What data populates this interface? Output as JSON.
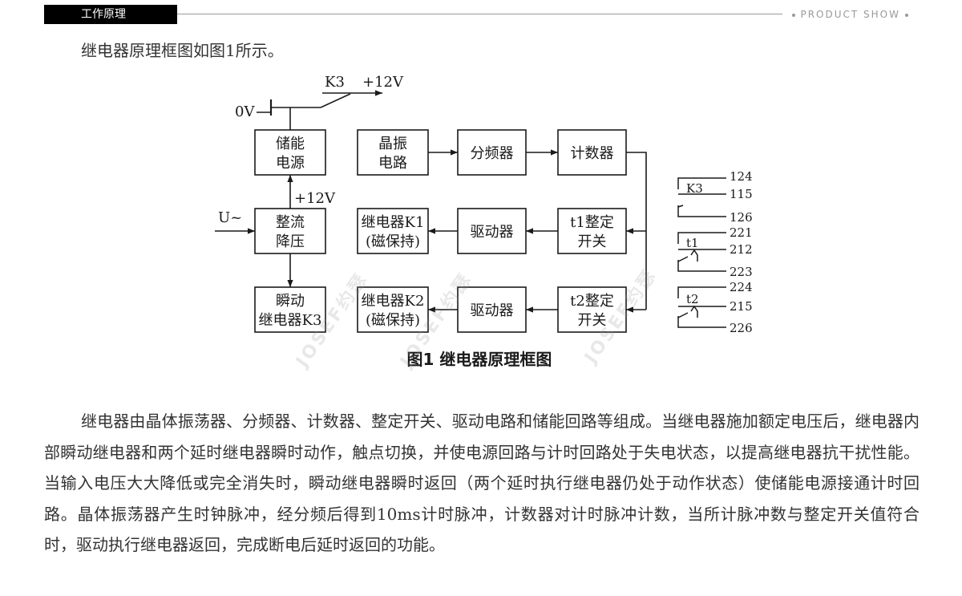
{
  "header": {
    "title": "工作原理",
    "right_label": "PRODUCT SHOW"
  },
  "intro": "继电器原理框图如图1所示。",
  "diagram": {
    "caption": "图1  继电器原理框图",
    "blocks": {
      "storage_power": [
        "储能",
        "电源"
      ],
      "rectifier": [
        "整流",
        "降压"
      ],
      "instant_relay": [
        "瞬动",
        "继电器K3"
      ],
      "crystal_osc": [
        "晶振",
        "电路"
      ],
      "divider": [
        "分频器"
      ],
      "counter": [
        "计数器"
      ],
      "t1_set": [
        "t1整定",
        "开关"
      ],
      "t2_set": [
        "t2整定",
        "开关"
      ],
      "driver1": [
        "驱动器"
      ],
      "driver2": [
        "驱动器"
      ],
      "relay_k1": [
        "继电器K1",
        "(磁保持)"
      ],
      "relay_k2": [
        "继电器K2",
        "(磁保持)"
      ]
    },
    "labels": {
      "k3": "K3",
      "plus12v_top": "+12V",
      "zero_v": "0V",
      "plus12v_mid": "+12V",
      "u_in": "U~"
    },
    "contacts": [
      {
        "name": "K3",
        "pins": [
          "124",
          "115",
          "126"
        ]
      },
      {
        "name": "t1",
        "pins": [
          "221",
          "212",
          "223"
        ]
      },
      {
        "name": "t2",
        "pins": [
          "224",
          "215",
          "226"
        ]
      }
    ]
  },
  "watermark": "JOSEF约瑟",
  "paragraph": "继电器由晶体振荡器、分频器、计数器、整定开关、驱动电路和储能回路等组成。当继电器施加额定电压后，继电器内部瞬动继电器和两个延时继电器瞬时动作，触点切换，并使电源回路与计时回路处于失电状态，以提高继电器抗干扰性能。当输入电压大大降低或完全消失时，瞬动继电器瞬时返回（两个延时执行继电器仍处于动作状态）使储能电源接通计时回路。晶体振荡器产生时钟脉冲，经分频后得到10ms计时脉冲，计数器对计时脉冲计数，当所计脉冲数与整定开关值符合时，驱动执行继电器返回，完成断电后延时返回的功能。"
}
